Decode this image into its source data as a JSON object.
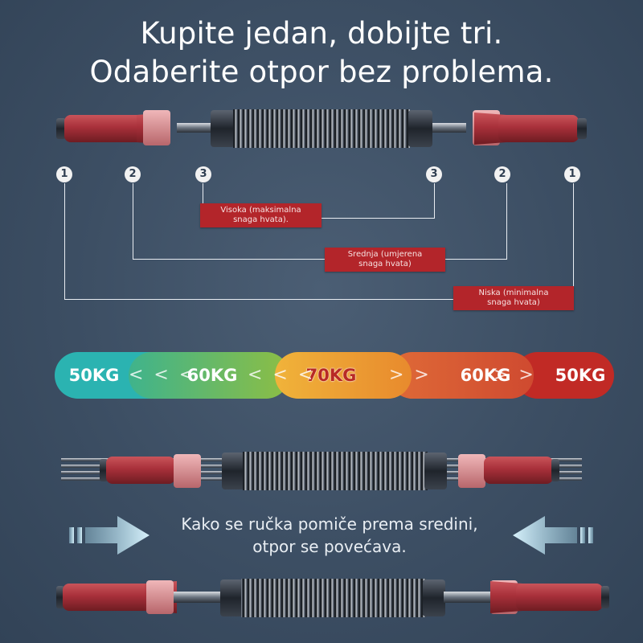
{
  "headline": {
    "line1": "Kupite jedan, dobijte tri.",
    "line2": "Odaberite otpor bez problema."
  },
  "positions": {
    "markers": [
      "1",
      "2",
      "3",
      "3",
      "2",
      "1"
    ],
    "labels": {
      "high": "Visoka (maksimalna snaga hvata).",
      "medium": "Srednja (umjerena snaga hvata)",
      "low": "Niska (minimalna snaga hvata)"
    }
  },
  "resistance": {
    "levels": [
      "50KG",
      "60KG",
      "70KG",
      "60KG",
      "50KG"
    ],
    "chevrons_left": "< < <",
    "chevrons_right": "> >",
    "colors": [
      "#2bb3b1",
      "#58b36a",
      "#e08a2c",
      "#d35a34",
      "#c12a25"
    ]
  },
  "note": {
    "line1": "Kako se ručka pomiče prema sredini,",
    "line2": "otpor se povećava."
  },
  "colors": {
    "background": "#3c4e63",
    "label_box": "#b3252a",
    "handle": "#b5373c",
    "arrow": "#a8dcef"
  }
}
